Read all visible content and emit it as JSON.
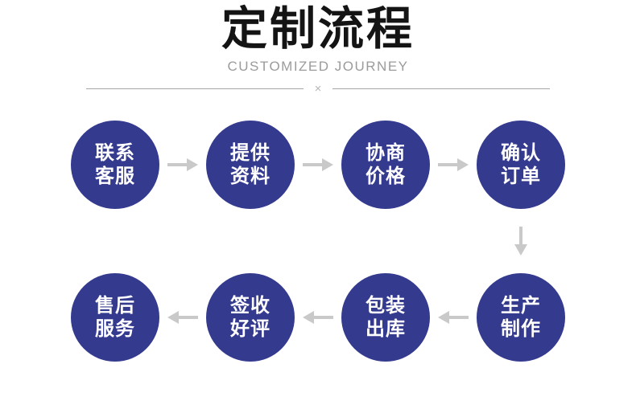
{
  "header": {
    "title": "定制流程",
    "subtitle": "CUSTOMIZED JOURNEY",
    "divider_symbol": "×"
  },
  "flow": {
    "top_row": [
      {
        "line1": "联系",
        "line2": "客服"
      },
      {
        "line1": "提供",
        "line2": "资料"
      },
      {
        "line1": "协商",
        "line2": "价格"
      },
      {
        "line1": "确认",
        "line2": "订单"
      }
    ],
    "bottom_row_left_to_right": [
      {
        "line1": "售后",
        "line2": "服务"
      },
      {
        "line1": "签收",
        "line2": "好评"
      },
      {
        "line1": "包装",
        "line2": "出库"
      },
      {
        "line1": "生产",
        "line2": "制作"
      }
    ]
  },
  "colors": {
    "title_text": "#141414",
    "subtitle_text": "#9b9b9b",
    "divider_line": "#a6a6a6",
    "circle_fill": "#343a8e",
    "circle_text": "#ffffff",
    "arrow_fill": "#c9c9c9"
  }
}
